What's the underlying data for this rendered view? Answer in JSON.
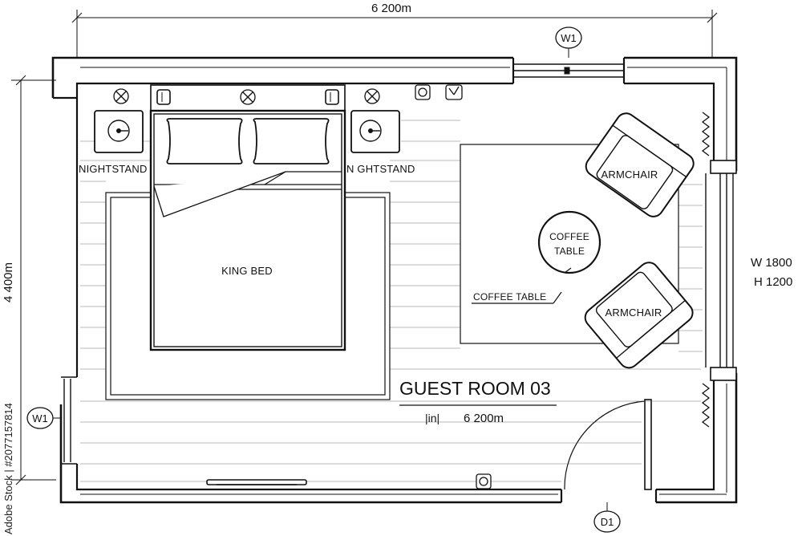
{
  "dimensions": {
    "top_width": "6 200m",
    "left_height": "4 400m"
  },
  "tags": {
    "window_top": "W1",
    "window_left": "W1",
    "door": "D1"
  },
  "window_spec": {
    "width": "W  1800",
    "height": "H  1200"
  },
  "room": {
    "title": "GUEST ROOM 03",
    "dimension_prefix": "|in|",
    "dimension_value": "6 200m"
  },
  "furniture": {
    "nightstand_left": "NIGHTSTAND",
    "nightstand_right": "N GHTSTAND",
    "bed": "KING BED",
    "armchair_top": "ARMCHAIR",
    "armchair_bottom": "ARMCHAIR",
    "coffee_table_line1": "COFFEE",
    "coffee_table_line2": "TABLE",
    "coffee_table_callout": "COFFEE TABLE"
  },
  "watermark": "Adobe Stock | #2077157814",
  "colors": {
    "ink": "#111111",
    "paper": "#ffffff"
  }
}
